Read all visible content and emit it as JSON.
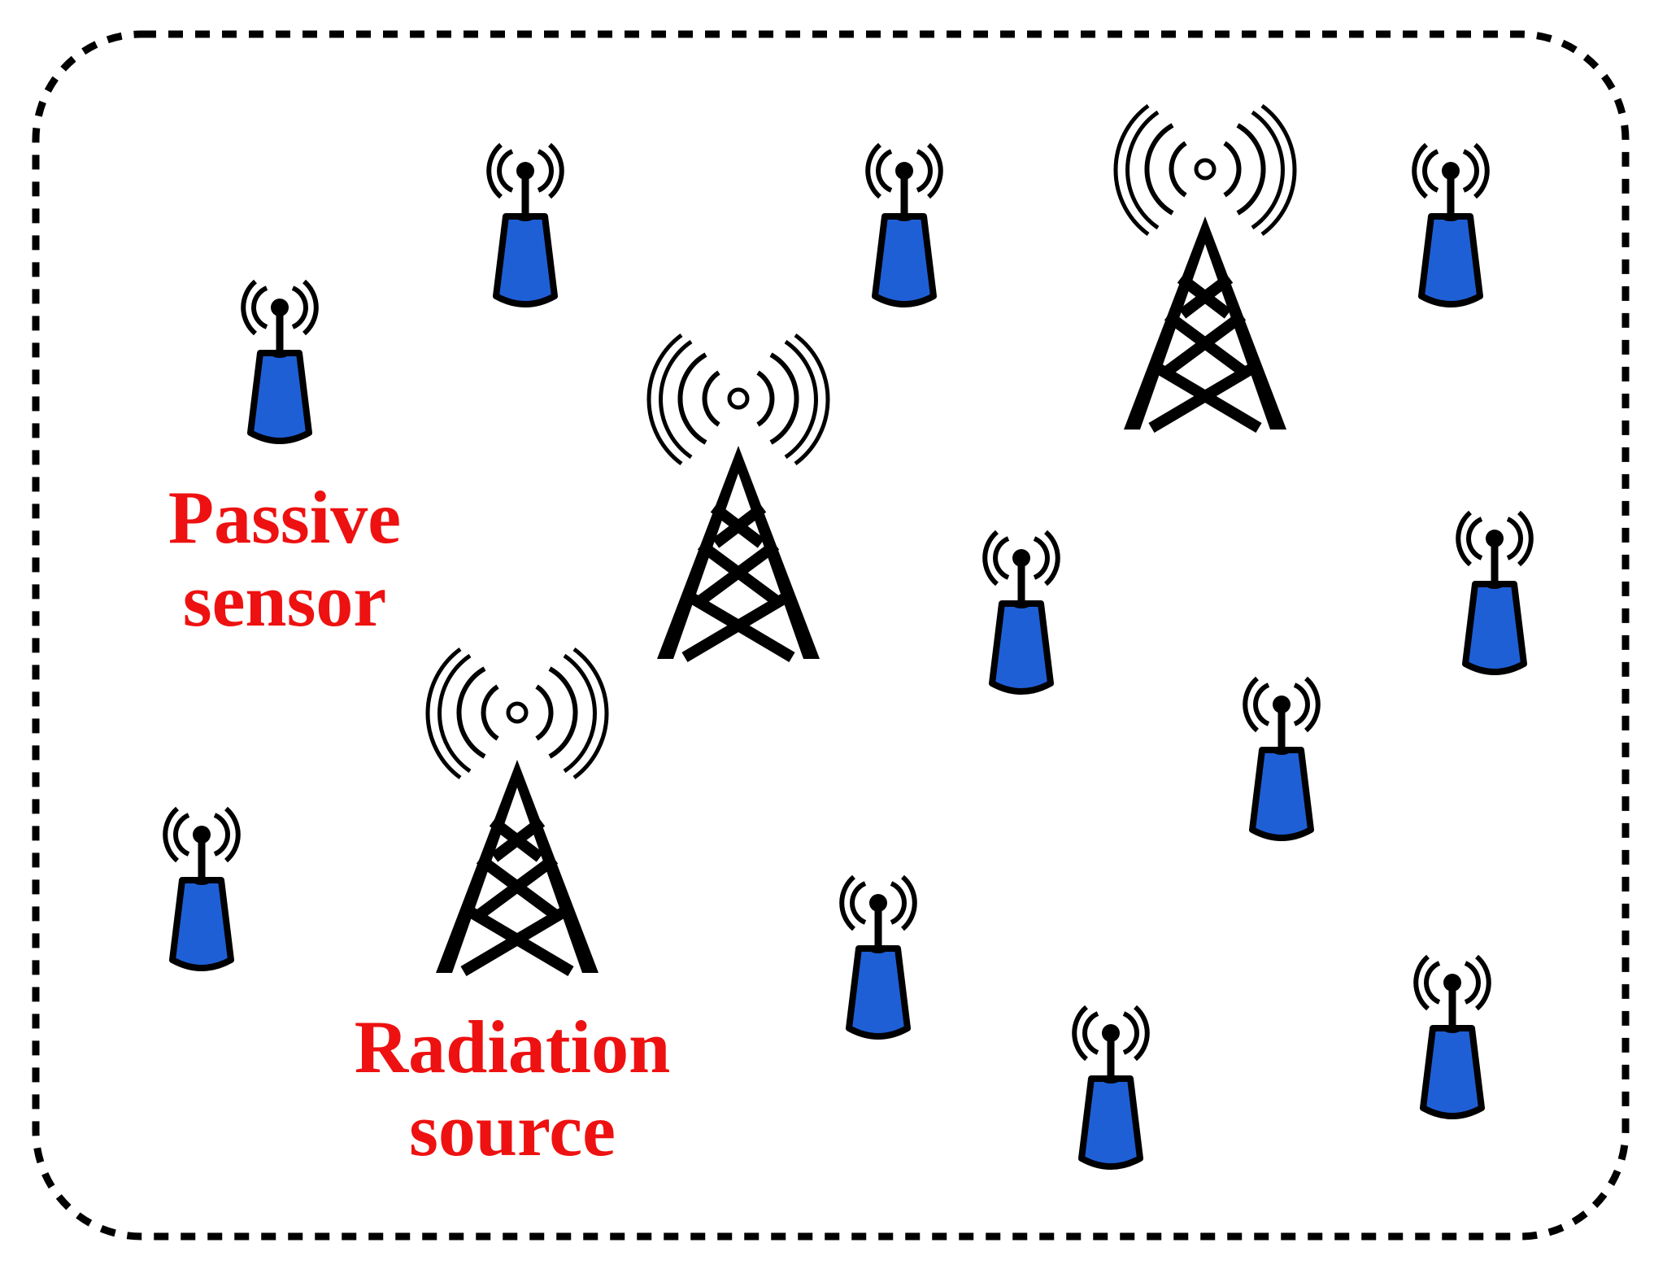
{
  "colors": {
    "label": "#ee1111",
    "sensor_body": "#1f5fd6",
    "stroke": "#000000",
    "border": "#000000"
  },
  "labels": {
    "passive_sensor": {
      "line1": "Passive",
      "line2": "sensor"
    },
    "radiation_source": {
      "line1": "Radiation",
      "line2": "source"
    }
  },
  "icons": {
    "sensor": "passive-sensor-icon",
    "tower": "radiation-source-tower-icon"
  }
}
